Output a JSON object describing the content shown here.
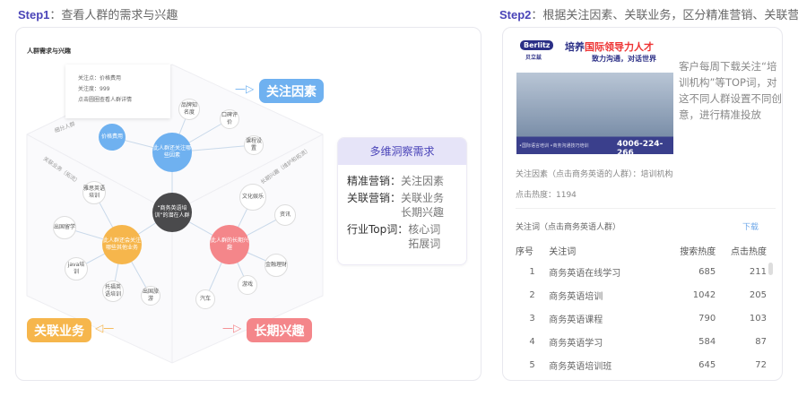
{
  "step1": {
    "label": "Step1",
    "title": "：查看人群的需求与兴趣"
  },
  "panel": {
    "title": "人群需求与兴趣",
    "tooltip": {
      "line1": "关注点：价格费用",
      "line2": "关注度：999",
      "line3": "点击圆圈查看人群详情"
    },
    "center": "“商务英语培训”的潜在人群",
    "blue": {
      "label": "此人群还关注哪些因素",
      "sub": "价格费用",
      "items": [
        "品牌知名度",
        "口碑评价",
        "课程设置"
      ]
    },
    "orange": {
      "label": "此人群还会关注哪些其他业务",
      "items": [
        "雅思英语培训",
        "出国留学",
        "java培训",
        "托福英语培训",
        "出国旅游"
      ]
    },
    "pink": {
      "label": "此人群的长期兴趣",
      "items": [
        "文化娱乐",
        "资讯",
        "金融理财",
        "游戏",
        "汽车"
      ]
    },
    "sector_labels": [
      "细分人群",
      "关联业务（拓流）",
      "长期兴趣（维护和拓流）"
    ],
    "tags": {
      "focus": "关注因素",
      "related": "关联业务",
      "longterm": "长期兴趣"
    },
    "colors": {
      "blue": "#6fb1f0",
      "orange": "#f6b64c",
      "pink": "#f4868a",
      "dark": "#4a4a4c"
    }
  },
  "insight": {
    "title": "多维洞察需求",
    "rows": [
      {
        "k": "精准营销：",
        "v": [
          "关注因素"
        ]
      },
      {
        "k": "关联营销：",
        "v": [
          "关联业务",
          "长期兴趣"
        ]
      },
      {
        "k": "行业Top词：",
        "v": [
          "核心词",
          "拓展词"
        ]
      }
    ]
  },
  "step2": {
    "label": "Step2",
    "title": "：根据关注因素、关联业务，区分精准营销、关联营销"
  },
  "ad": {
    "brand": "Berlitz",
    "brand_cn": "贝立兹",
    "headline1": "培养",
    "headline2": "国际领导力人才",
    "subline": "致力沟通，对话世界",
    "footer": "•国际语言培训 •商务沟通技巧培训",
    "phone": "4006-224-266"
  },
  "ad_note": "客户每周下载关注“培训机构”等TOP词，对这不同人群设置不同创意，进行精准投放",
  "factor": "关注因素（点击商务英语的人群）：培训机构",
  "clicks": "点击热度：1194",
  "words": {
    "title": "关注词（点击商务英语人群）",
    "download": "下载",
    "headers": [
      "序号",
      "关注词",
      "搜索热度",
      "点击热度"
    ],
    "rows": [
      [
        "1",
        "商务英语在线学习",
        "685",
        "211"
      ],
      [
        "2",
        "商务英语培训",
        "1042",
        "205"
      ],
      [
        "3",
        "商务英语课程",
        "790",
        "103"
      ],
      [
        "4",
        "商务英语学习",
        "584",
        "87"
      ],
      [
        "5",
        "商务英语培训班",
        "645",
        "72"
      ]
    ]
  }
}
